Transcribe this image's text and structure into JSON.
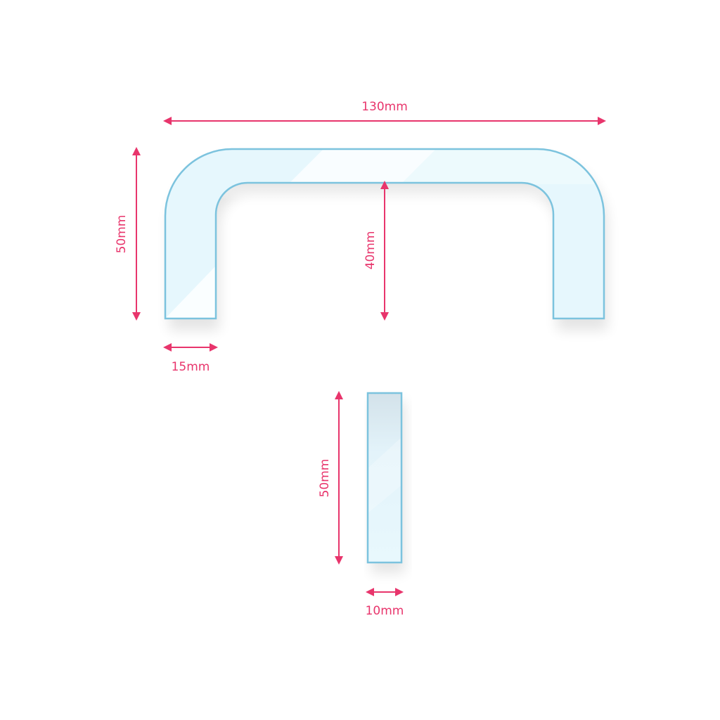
{
  "diagram": {
    "colors": {
      "dimension": "#e8356c",
      "outline": "#7cc3de",
      "fill": "#e6f7fd",
      "shadow": "#d9d9d9"
    },
    "handle_front_view": {
      "labels": {
        "total_width": "130mm",
        "total_height": "50mm",
        "inner_height": "40mm",
        "leg_width": "15mm"
      }
    },
    "handle_side_view": {
      "labels": {
        "height": "50mm",
        "thickness": "10mm"
      }
    }
  }
}
